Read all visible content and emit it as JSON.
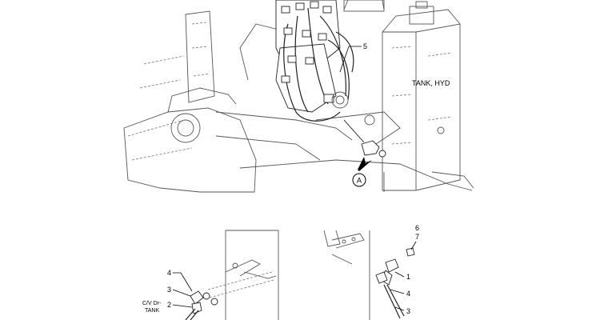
{
  "labels": {
    "tank_hyd": "TANK, HYD",
    "view_marker": "A",
    "cv_dr": "C/V Dr-",
    "tank": "TANK"
  },
  "callouts": {
    "top_5": "5",
    "left_4": "4",
    "left_3": "3",
    "left_2": "2",
    "right_6": "6",
    "right_7": "7",
    "right_1": "1",
    "right_4": "4",
    "right_3": "3"
  }
}
